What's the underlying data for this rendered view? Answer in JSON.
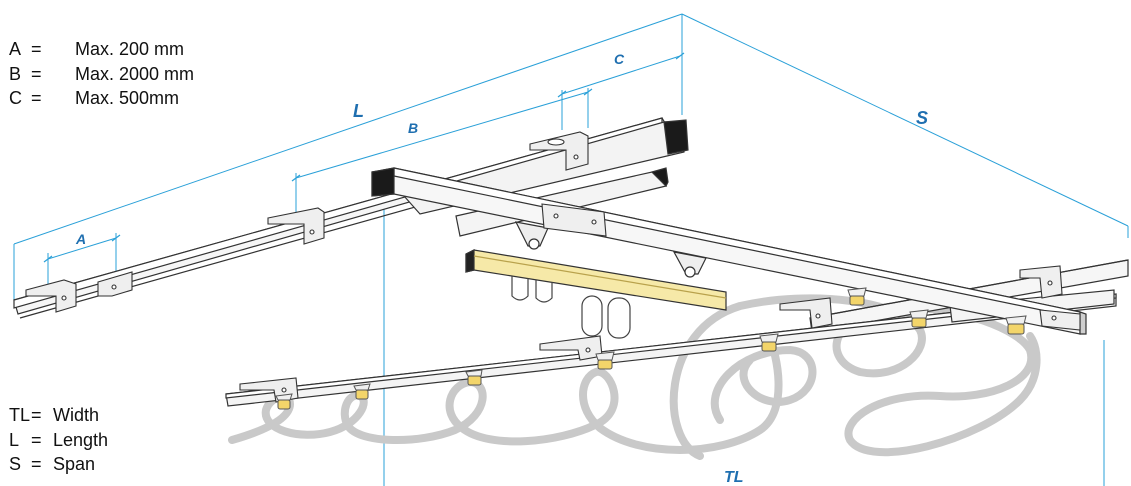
{
  "legend_top": [
    {
      "key": "A",
      "sep": "=",
      "value": "Max. 200 mm"
    },
    {
      "key": "B",
      "sep": "=",
      "value": "Max. 2000 mm"
    },
    {
      "key": "C",
      "sep": "=",
      "value": "Max. 500mm"
    }
  ],
  "legend_bottom": [
    {
      "key": "TL",
      "sep": "=",
      "value": "Width"
    },
    {
      "key": "L",
      "sep": "=",
      "value": "Length"
    },
    {
      "key": "S",
      "sep": "=",
      "value": "Span"
    }
  ],
  "dimension_labels": {
    "A": "A",
    "B": "B",
    "C": "C",
    "L": "L",
    "S": "S",
    "TL": "TL"
  },
  "colors": {
    "dimension": "#2aa0d8",
    "label": "#1f6fb0",
    "rail": "#f4f4f4",
    "rail_outline": "#333333",
    "end_cap": "#1a1a1a",
    "hose": "#c8c8c8",
    "clamp": "#f3d56a",
    "yellow_rail": "#f6e9a8"
  }
}
